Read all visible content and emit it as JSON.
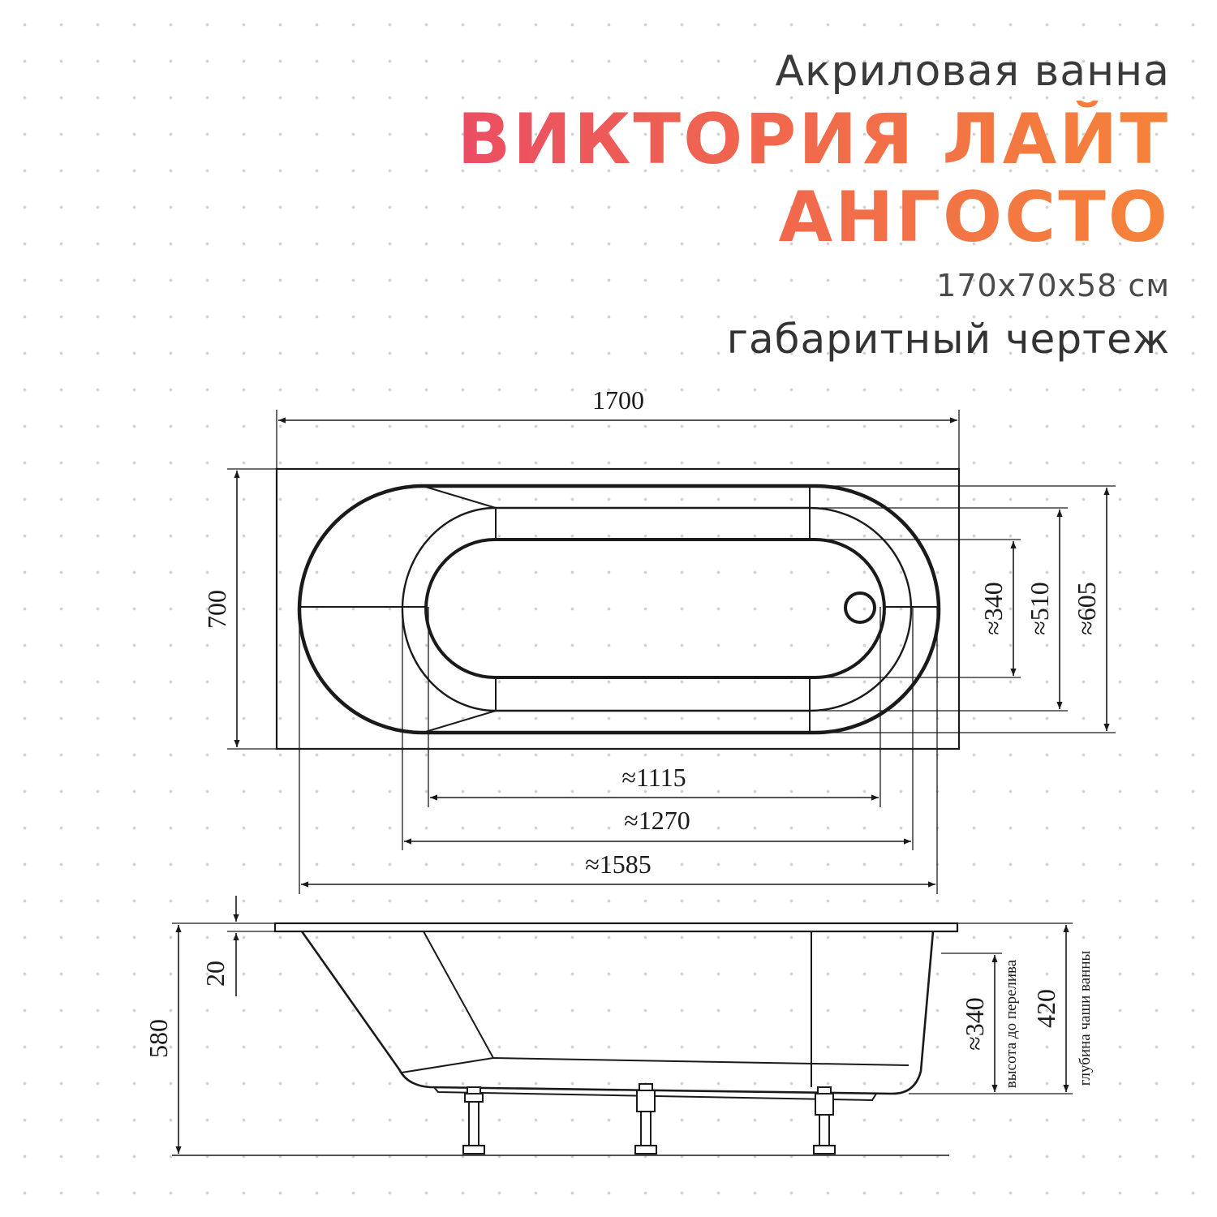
{
  "header": {
    "product_type": "Акриловая ванна",
    "model_line1": "ВИКТОРИЯ ЛАЙТ",
    "model_line2": "АНГОСТО",
    "dimensions": "170х70х58 см",
    "drawing_type": "габаритный чертеж"
  },
  "top_view": {
    "length": "1700",
    "width": "700",
    "inner_width_1": "≈340",
    "inner_width_2": "≈510",
    "inner_width_3": "≈605",
    "inner_length_1": "≈1115",
    "inner_length_2": "≈1270",
    "inner_length_3": "≈1585"
  },
  "side_view": {
    "rim_height": "20",
    "total_height": "580",
    "overflow_height_value": "≈340",
    "overflow_height_label": "высота до перелива",
    "bowl_depth_value": "420",
    "bowl_depth_label": "глубина чаши ванны"
  },
  "colors": {
    "title_gradient_start": "#e9456b",
    "title_gradient_end": "#f5833a",
    "line": "#1a1a1a"
  }
}
